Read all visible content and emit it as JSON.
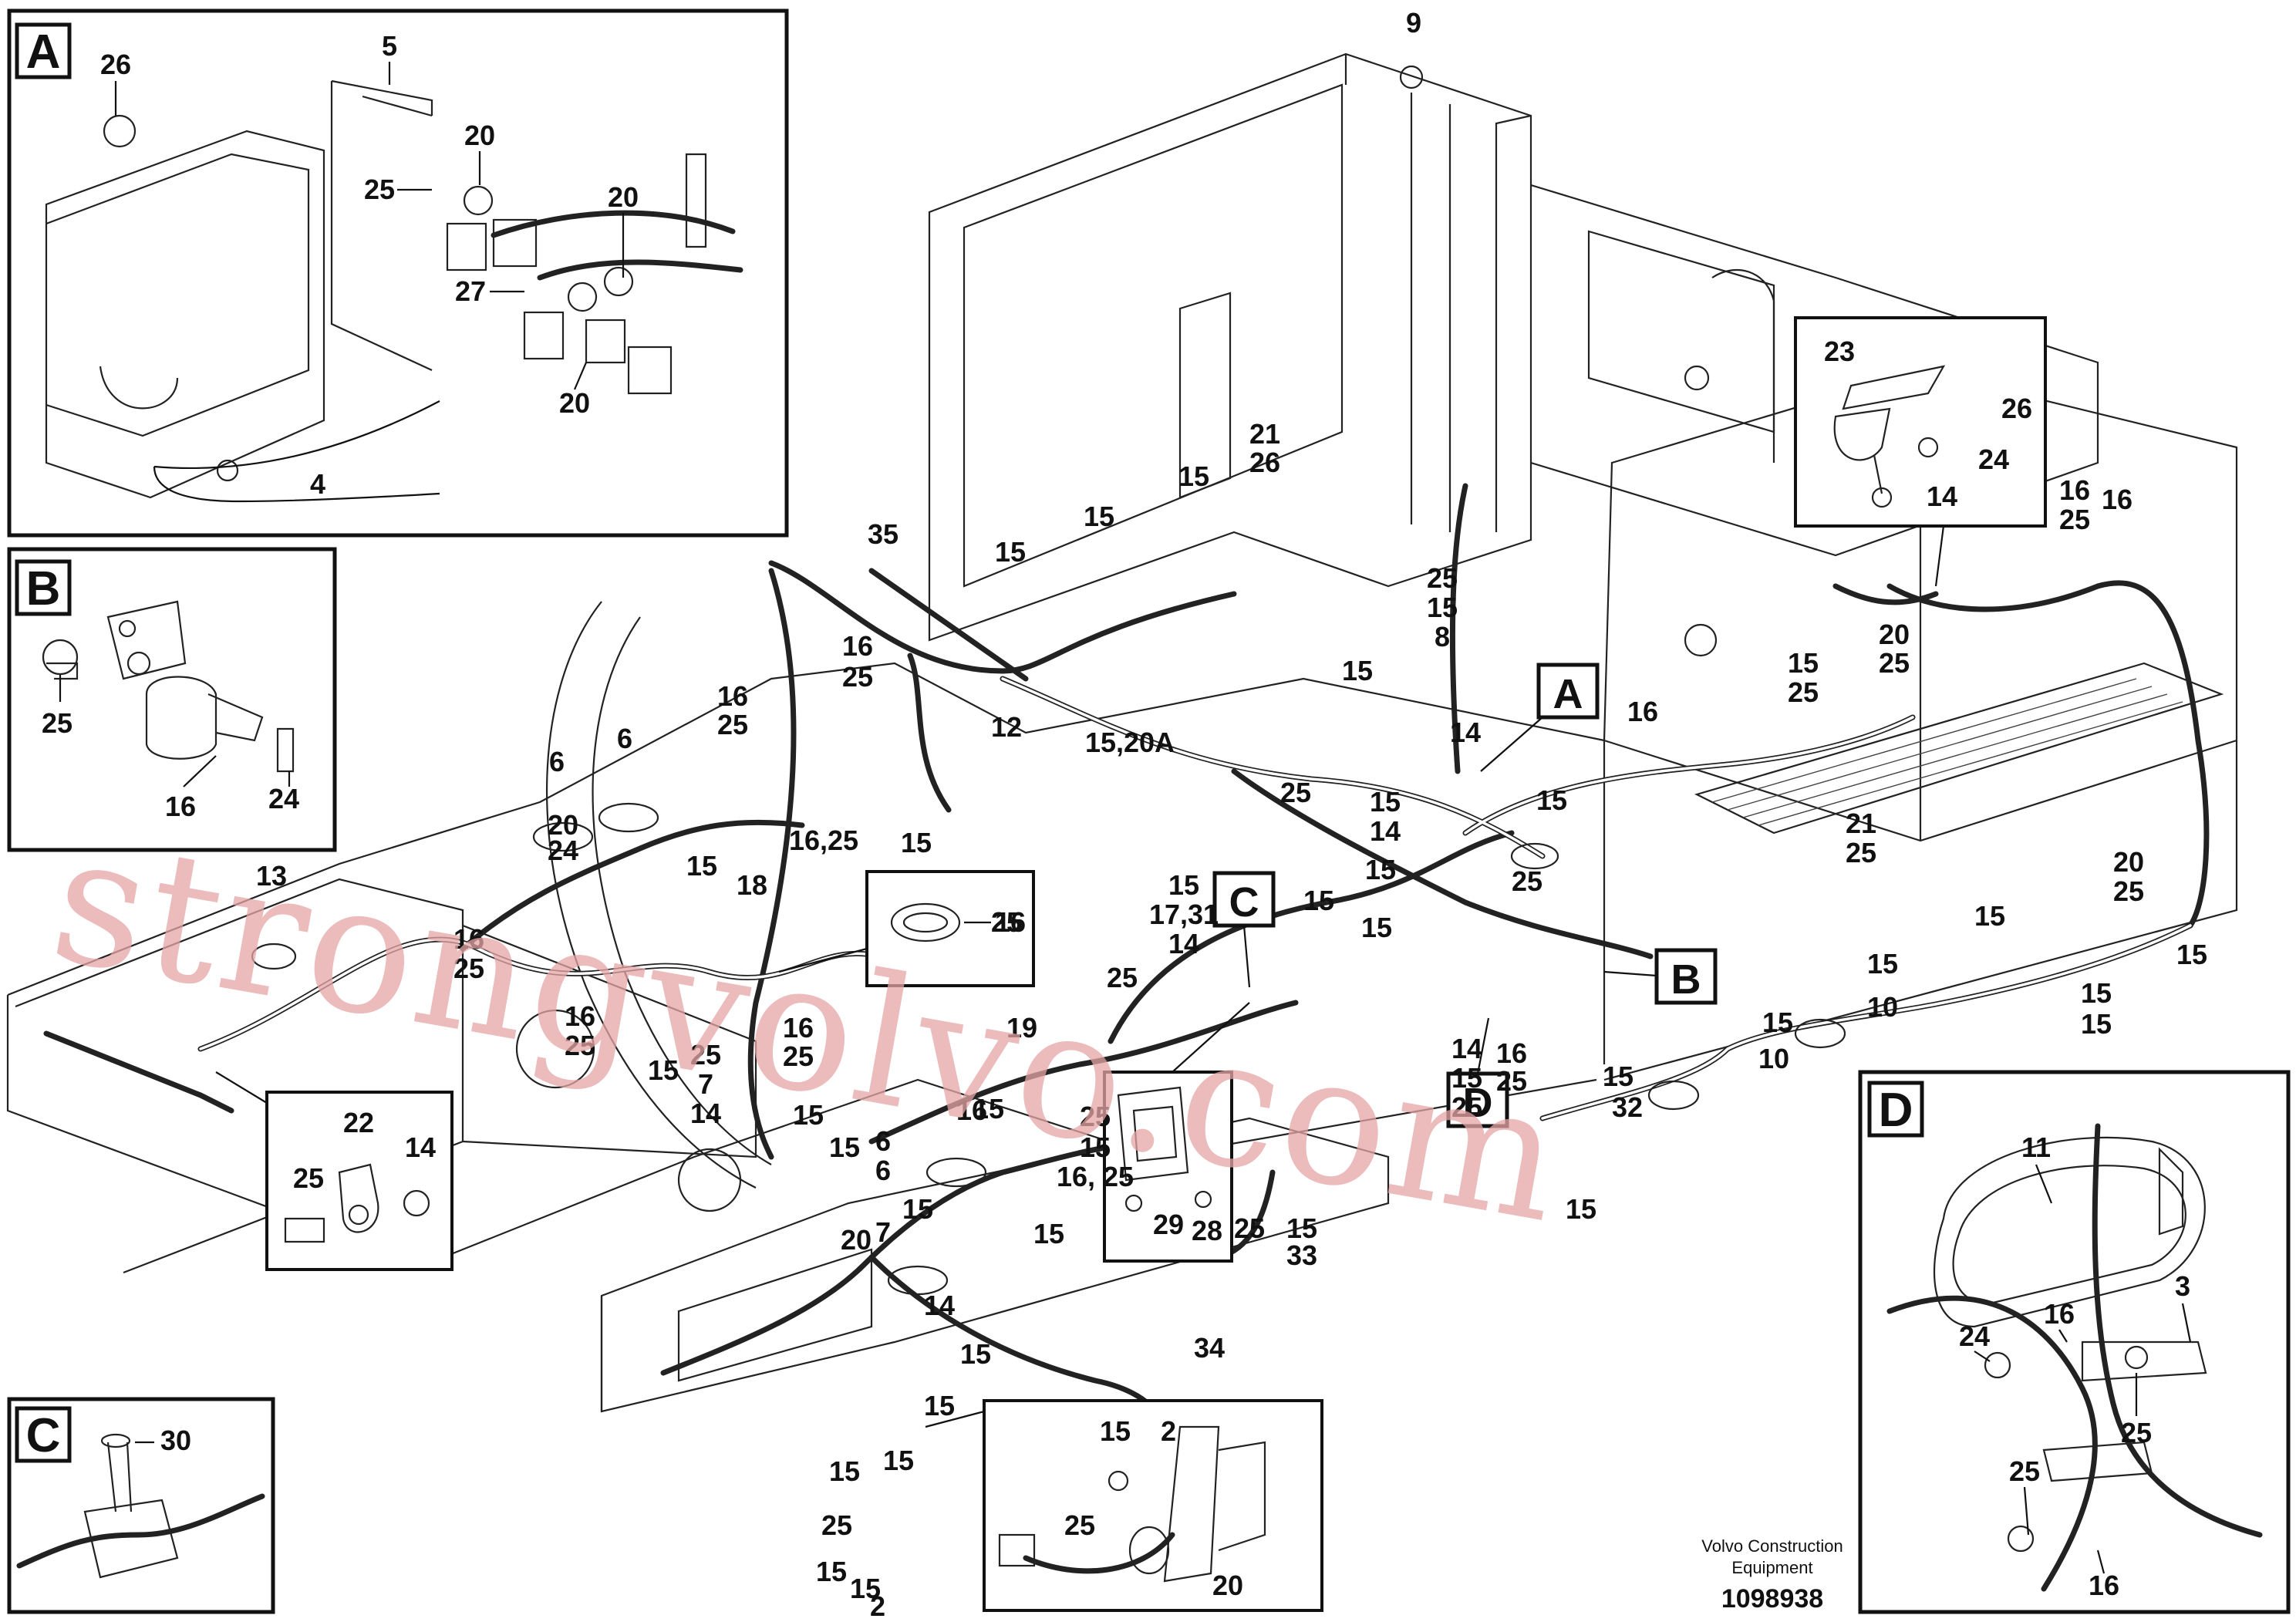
{
  "details": {
    "A": {
      "letter": "A",
      "labels": [
        "26",
        "5",
        "20",
        "25",
        "20",
        "27",
        "20",
        "4"
      ]
    },
    "B": {
      "letter": "B",
      "labels": [
        "25",
        "16",
        "24"
      ]
    },
    "C": {
      "letter": "C",
      "labels": [
        "30"
      ]
    },
    "D": {
      "letter": "D",
      "labels": [
        "11",
        "3",
        "16",
        "24",
        "25",
        "25",
        "16"
      ]
    }
  },
  "main_view": {
    "markers": [
      "A",
      "B",
      "C",
      "D"
    ],
    "callouts": [
      "9",
      "21",
      "26",
      "15",
      "15",
      "15",
      "35",
      "16",
      "25",
      "12",
      "15,20A",
      "16",
      "25",
      "6",
      "6",
      "20",
      "24",
      "13",
      "16,25",
      "15",
      "15",
      "18",
      "16",
      "25",
      "16",
      "25",
      "15",
      "16",
      "25",
      "16",
      "25",
      "7",
      "14",
      "15",
      "25",
      "19",
      "15",
      "15",
      "17,31",
      "14",
      "15",
      "25",
      "15",
      "33",
      "29",
      "28",
      "34",
      "14",
      "15",
      "25",
      "15",
      "6",
      "6",
      "15",
      "15",
      "15",
      "15",
      "15",
      "7",
      "20",
      "25",
      "15",
      "15",
      "2",
      "25",
      "15",
      "2",
      "20",
      "22",
      "25",
      "14",
      "15",
      "25",
      "15",
      "16, 25",
      "16",
      "25",
      "15",
      "14",
      "15",
      "25",
      "15",
      "8",
      "15",
      "14",
      "15",
      "25",
      "16",
      "23",
      "26",
      "24",
      "14",
      "15",
      "25",
      "20",
      "25",
      "21",
      "25",
      "16",
      "25",
      "16",
      "15",
      "15",
      "20",
      "25",
      "15",
      "15",
      "15",
      "10",
      "15",
      "10",
      "15",
      "32",
      "15",
      "16",
      "25",
      "14",
      "15",
      "25"
    ]
  },
  "footer": {
    "company_line1": "Volvo Construction",
    "company_line2": "Equipment",
    "drawing_number": "1098938"
  },
  "watermark": "strongvolvo.com"
}
